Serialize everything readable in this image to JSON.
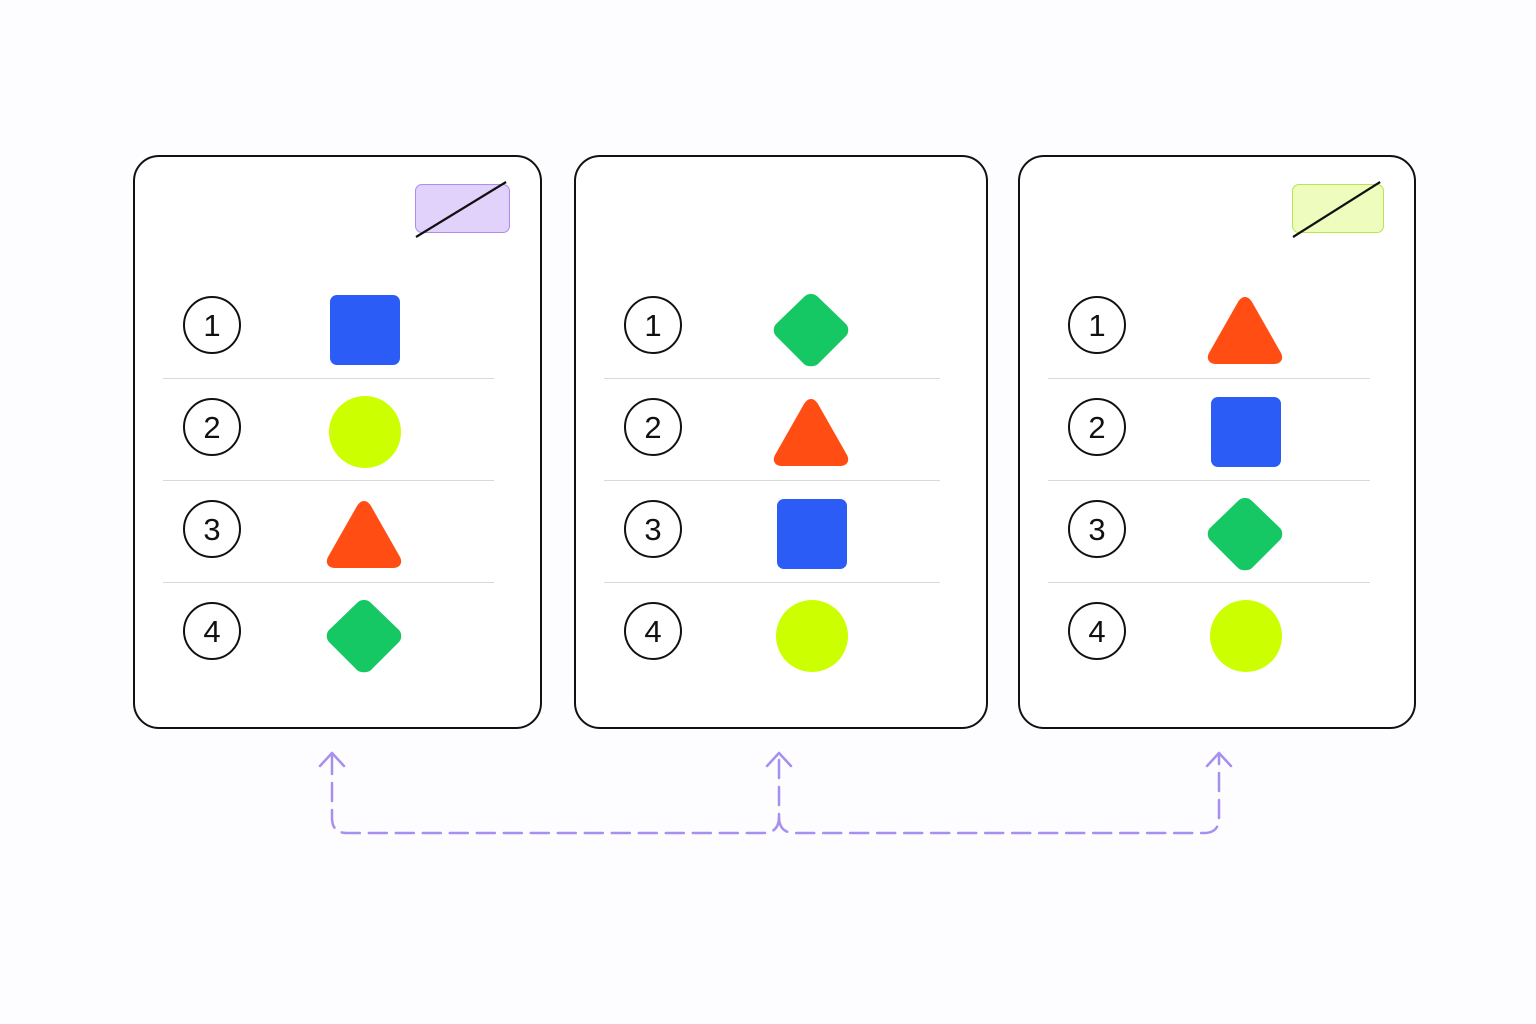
{
  "colors": {
    "blue": "#2b5cf5",
    "lime": "#ccff00",
    "orange": "#ff4d14",
    "green": "#16c864",
    "arrow": "#a78ff0",
    "tag_purple_fill": "#e1d2fb",
    "tag_purple_border": "#b08af0",
    "tag_lime_fill": "#eefcbe",
    "tag_lime_border": "#b7e64a"
  },
  "cards": [
    {
      "tag": "purple",
      "rows": [
        {
          "number": "1",
          "shape": "square-icon",
          "color": "blue"
        },
        {
          "number": "2",
          "shape": "circle-icon",
          "color": "lime"
        },
        {
          "number": "3",
          "shape": "triangle-icon",
          "color": "orange"
        },
        {
          "number": "4",
          "shape": "diamond-icon",
          "color": "green"
        }
      ]
    },
    {
      "tag": null,
      "rows": [
        {
          "number": "1",
          "shape": "diamond-icon",
          "color": "green"
        },
        {
          "number": "2",
          "shape": "triangle-icon",
          "color": "orange"
        },
        {
          "number": "3",
          "shape": "square-icon",
          "color": "blue"
        },
        {
          "number": "4",
          "shape": "circle-icon",
          "color": "lime"
        }
      ]
    },
    {
      "tag": "lime",
      "rows": [
        {
          "number": "1",
          "shape": "triangle-icon",
          "color": "orange"
        },
        {
          "number": "2",
          "shape": "square-icon",
          "color": "blue"
        },
        {
          "number": "3",
          "shape": "diamond-icon",
          "color": "green"
        },
        {
          "number": "4",
          "shape": "circle-icon",
          "color": "lime"
        }
      ]
    }
  ],
  "connector": {
    "style": "dashed",
    "arrowheads": "up-arrow-icon"
  }
}
